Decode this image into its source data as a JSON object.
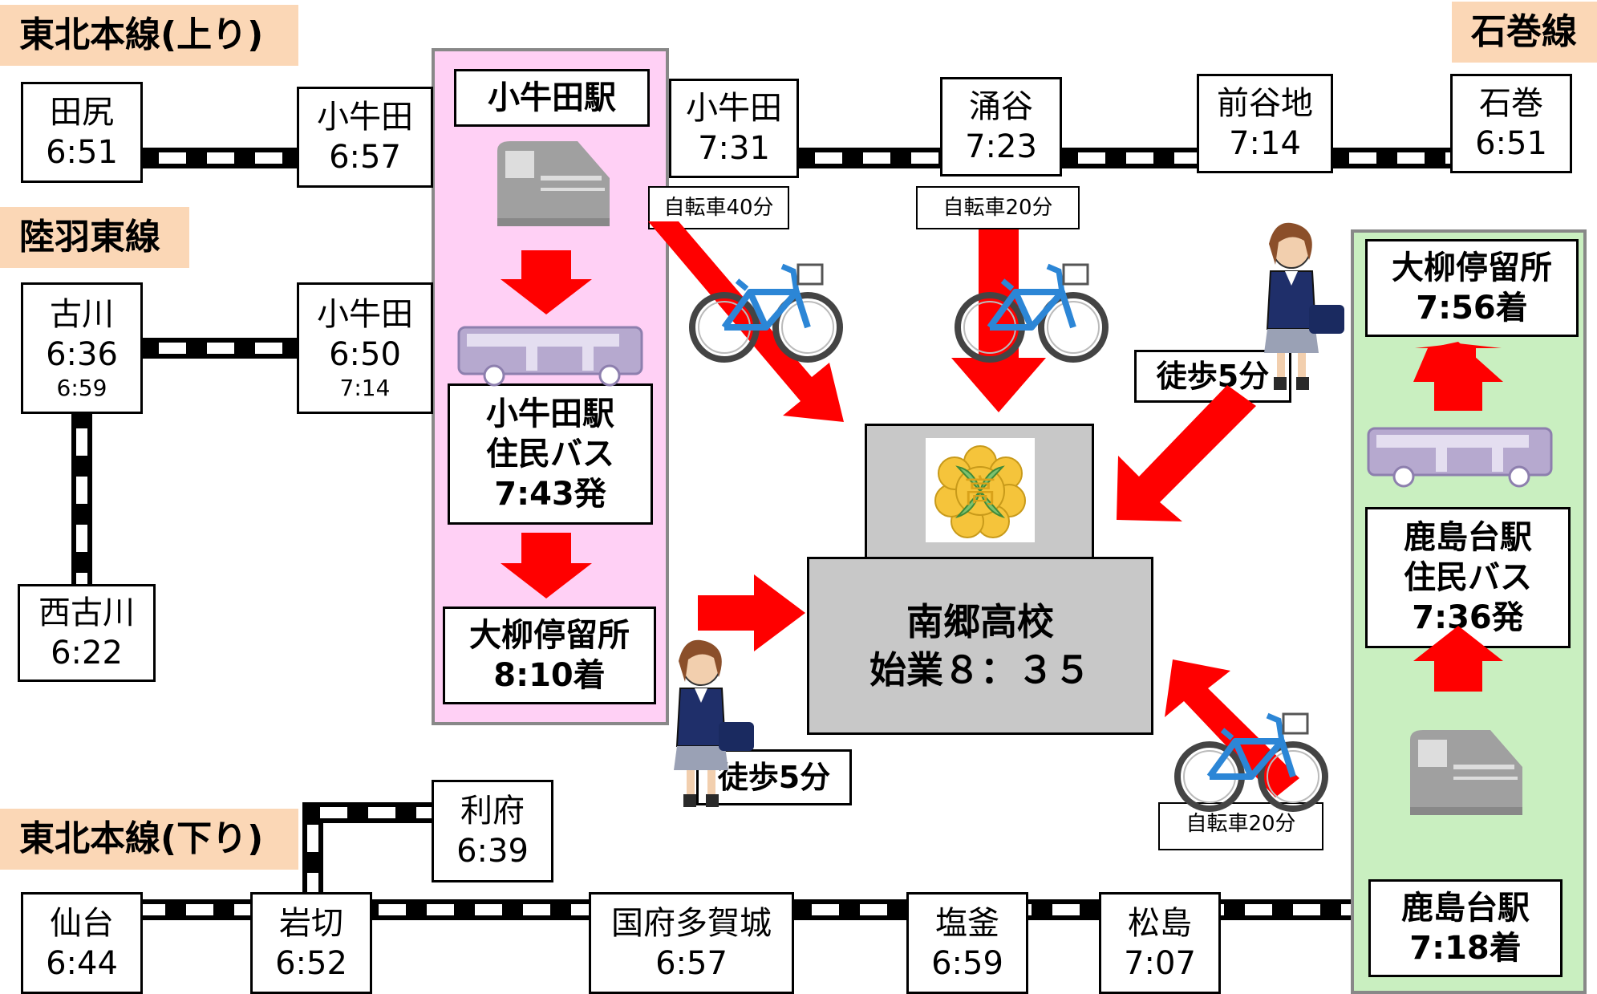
{
  "labels": {
    "tohoku_up": "東北本線(上り)",
    "rikuu_east": "陸羽東線",
    "tohoku_down": "東北本線(下り)",
    "ishinomaki_line": "石巻線"
  },
  "stations": {
    "tajiri": {
      "name": "田尻",
      "time": "6:51"
    },
    "kogota_up": {
      "name": "小牛田",
      "time": "6:57"
    },
    "furukawa": {
      "name": "古川",
      "time": "6:36",
      "time2": "6:59"
    },
    "kogota_rikuu": {
      "name": "小牛田",
      "time": "6:50",
      "time2": "7:14"
    },
    "nishifurukawa": {
      "name": "西古川",
      "time": "6:22"
    },
    "kogota_ishi": {
      "name": "小牛田",
      "time": "7:31"
    },
    "wakuya": {
      "name": "涌谷",
      "time": "7:23"
    },
    "maeyachi": {
      "name": "前谷地",
      "time": "7:14"
    },
    "ishinomaki": {
      "name": "石巻",
      "time": "6:51"
    },
    "rifu": {
      "name": "利府",
      "time": "6:39"
    },
    "sendai": {
      "name": "仙台",
      "time": "6:44"
    },
    "iwakiri": {
      "name": "岩切",
      "time": "6:52"
    },
    "kokufutagajo": {
      "name": "国府多賀城",
      "time": "6:57"
    },
    "shiogama": {
      "name": "塩釜",
      "time": "6:59"
    },
    "matsushima": {
      "name": "松島",
      "time": "7:07"
    }
  },
  "kogota_route": {
    "station": "小牛田駅",
    "bus_line1": "小牛田駅",
    "bus_line2": "住民バス",
    "bus_line3": "7:43発",
    "stop_line1": "大柳停留所",
    "stop_line2": "8:10着"
  },
  "kashimadai_route": {
    "stop_line1": "大柳停留所",
    "stop_line2": "7:56着",
    "bus_line1": "鹿島台駅",
    "bus_line2": "住民バス",
    "bus_line3": "7:36発",
    "station_line1": "鹿島台駅",
    "station_line2": "7:18着"
  },
  "access": {
    "bike40": "自転車40分",
    "bike20_wakuya": "自転車20分",
    "bike20_bottom": "自転車20分",
    "walk_right": "徒歩5分",
    "walk_left": "徒歩5分"
  },
  "school": {
    "name": "南郷高校",
    "start": "始業８：３５",
    "emblem_char": "高"
  },
  "colors": {
    "arrow": "#ff0000",
    "pink_panel": "#ffd0f5",
    "green_panel": "#c9efc0",
    "label_bg": "#fbd7b6",
    "school_gray": "#c8c8c8"
  }
}
